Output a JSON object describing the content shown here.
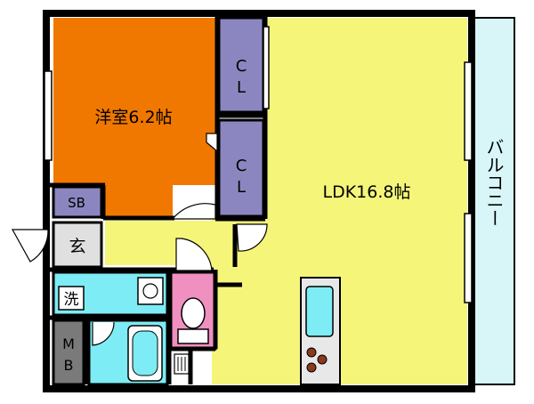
{
  "floorplan": {
    "rooms": {
      "western_room": {
        "name": "洋室6.2帖",
        "color": "#F07800"
      },
      "ldk": {
        "name": "LDK16.8帖",
        "color": "#F5F57A"
      },
      "closet_upper": {
        "name": "C\nL",
        "color": "#8C86C0"
      },
      "closet_lower": {
        "name": "C\nL",
        "color": "#8C86C0"
      },
      "shoe_box": {
        "name": "SB",
        "color": "#8C86C0"
      },
      "entrance": {
        "name": "玄",
        "color": "#E0E0E0"
      },
      "hallway": {
        "name": "",
        "color": "#F5F57A"
      },
      "washroom": {
        "name": "洗",
        "color": "#7EECF4"
      },
      "bathroom": {
        "name": "",
        "color": "#7EECF4"
      },
      "toilet": {
        "name": "",
        "color": "#F090C0"
      },
      "meter_box": {
        "name": "M\nB",
        "color": "#7A7A7A"
      },
      "balcony": {
        "name": "バルコニー",
        "color": "#D8F6F8"
      }
    },
    "wall_color": "#000000"
  }
}
